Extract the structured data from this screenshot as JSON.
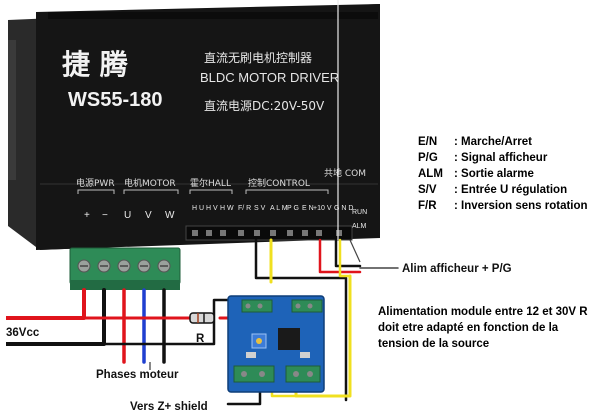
{
  "driver": {
    "brand": "捷 腾",
    "model": "WS55-180",
    "subtitle_cn": "直流无刷电机控制器",
    "subtitle_en": "BLDC MOTOR DRIVER",
    "supply_line": "直流电源DC:20V-50V",
    "groups": {
      "power": "电源PWR",
      "motor": "电机MOTOR",
      "hall": "霍尔HALL",
      "control": "控制CONTROL",
      "com": "共地 COM"
    },
    "terminals_power": [
      "+",
      "−"
    ],
    "terminals_motor": [
      "U",
      "V",
      "W"
    ],
    "terminals_hall": [
      "H U",
      "H V",
      "H W"
    ],
    "terminals_control": [
      "F/ R",
      "S V",
      "A L M",
      "P G",
      "E N",
      "+10 V"
    ],
    "terminal_com": "G N D",
    "led_labels": [
      "RUN",
      "ALM"
    ]
  },
  "legend": [
    {
      "key": "E/N",
      "desc": ": Marche/Arret"
    },
    {
      "key": "P/G",
      "desc": ": Signal afficheur"
    },
    {
      "key": "ALM",
      "desc": ": Sortie alarme"
    },
    {
      "key": "S/V",
      "desc": ": Entrée U régulation"
    },
    {
      "key": "F/R",
      "desc": ": Inversion sens rotation"
    }
  ],
  "labels": {
    "alim_afficheur": "Alim afficheur + P/G",
    "supply": "36Vcc",
    "resistor": "R",
    "phases": "Phases moteur",
    "shield": "Vers Z+ shield",
    "module_note": "Alimentation module entre 12 et 30V R doit etre adapté en fonction de la tension de la source"
  },
  "colors": {
    "driver_body": "#141414",
    "terminal_green": "#2e8b57",
    "wire_red": "#e0141c",
    "wire_black": "#111111",
    "wire_blue": "#1f3fd0",
    "wire_yellow": "#f0e020",
    "pcb_blue": "#1e63b8"
  }
}
